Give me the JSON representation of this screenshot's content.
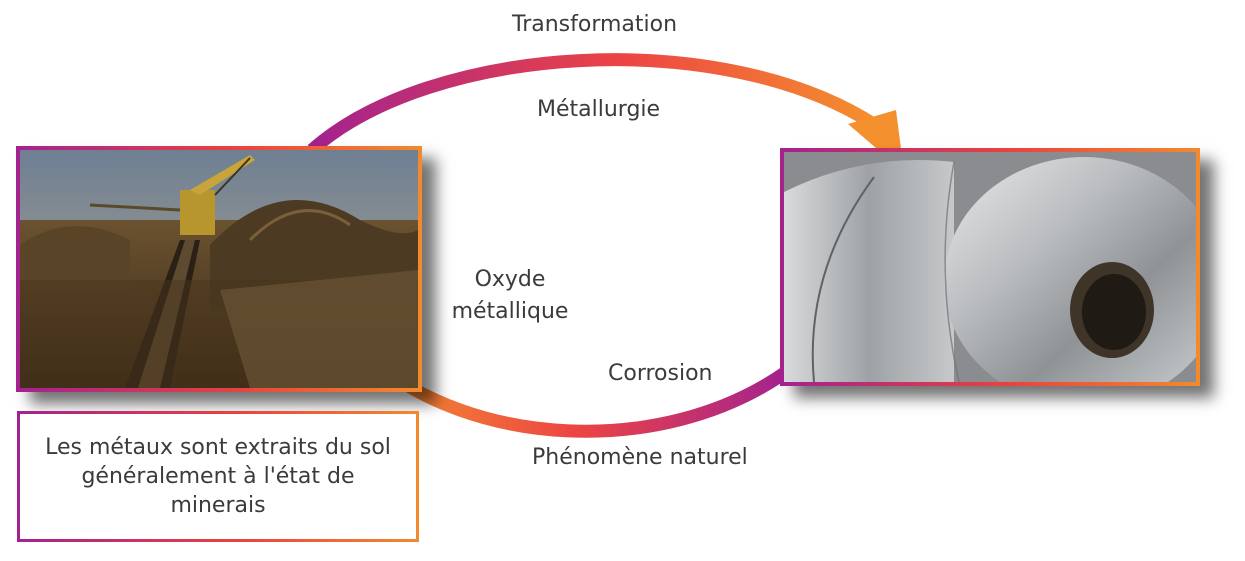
{
  "labels": {
    "top_outer": "Transformation",
    "top_inner": "Métallurgie",
    "left_inner_line1": "Oxyde",
    "left_inner_line2": "métallique",
    "bottom_inner": "Corrosion",
    "bottom_outer": "Phénomène naturel"
  },
  "caption": {
    "text": "Les métaux sont extraits du sol généralement à l'état de minerais"
  },
  "images": {
    "left": "ore-mining-conveyor-photo",
    "right": "steel-coil-photo"
  },
  "colors": {
    "gradient_start": "#a3228f",
    "gradient_mid": "#e8433f",
    "gradient_end": "#f28a2e"
  }
}
